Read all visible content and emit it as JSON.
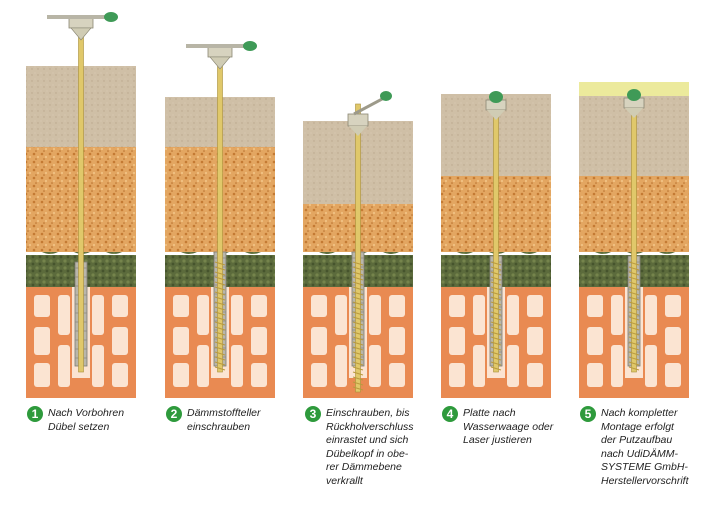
{
  "steps": [
    {
      "number": "1",
      "caption": "Nach Vorbohren\nDübel setzen"
    },
    {
      "number": "2",
      "caption": "Dämmstoffteller\neinschrauben"
    },
    {
      "number": "3",
      "caption": "Einschrauben, bis\nRückholverschluss\neinrastet und sich\nDübelkopf in obe-\nrer Dämmebene\nverkrallt"
    },
    {
      "number": "4",
      "caption": "Platte nach\nWasserwaage oder\nLaser justieren"
    },
    {
      "number": "5",
      "caption": "Nach kompletter\nMontage erfolgt\nder Putzaufbau\nnach UdiDÄMM-\nSYSTEME GmbH-\nHerstellervorschrift"
    }
  ],
  "colors": {
    "brick": "#e98a52",
    "brick_hole": "#fbe4d2",
    "adhesive_layer": "#5c6b3c",
    "fiber_insulation": "#e3a661",
    "top_insulation": "#cfbfa6",
    "plaster": "#ecea9c",
    "screw": "#e0c86a",
    "dowel_sleeve": "#b9b6aa",
    "cap_green": "#3f9a57",
    "step_badge": "#2e9a3c"
  }
}
